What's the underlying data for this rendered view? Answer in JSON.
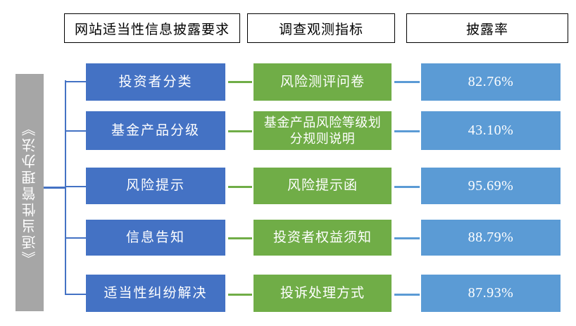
{
  "headers": [
    {
      "label": "网站适当性信息披露要求",
      "name": "header-disclosure-requirement"
    },
    {
      "label": "调查观测指标",
      "name": "header-survey-indicator"
    },
    {
      "label": "披露率",
      "name": "header-disclosure-rate"
    }
  ],
  "spine": {
    "label": "《适当性管理办法》",
    "color": "#a6a6a6"
  },
  "colors": {
    "requirement_blue": "#4472c4",
    "indicator_green": "#70ad47",
    "rate_blue": "#5b9bd5",
    "spine_gray": "#a6a6a6",
    "header_border": "#000000",
    "background": "#ffffff"
  },
  "rows": [
    {
      "requirement": "投资者分类",
      "indicator": "风险测评问卷",
      "rate": "82.76%",
      "rate_value": 82.76
    },
    {
      "requirement": "基金产品分级",
      "indicator": "基金产品风险等级划分规则说明",
      "rate": "43.10%",
      "rate_value": 43.1
    },
    {
      "requirement": "风险提示",
      "indicator": "风险提示函",
      "rate": "95.69%",
      "rate_value": 95.69
    },
    {
      "requirement": "信息告知",
      "indicator": "投资者权益须知",
      "rate": "88.79%",
      "rate_value": 88.79
    },
    {
      "requirement": "适当性纠纷解决",
      "indicator": "投诉处理方式",
      "rate": "87.93%",
      "rate_value": 87.93
    }
  ],
  "chart_data": {
    "type": "table",
    "title": "网站适当性信息披露要求",
    "columns": [
      "网站适当性信息披露要求",
      "调查观测指标",
      "披露率"
    ],
    "categories": [
      "投资者分类",
      "基金产品分级",
      "风险提示",
      "信息告知",
      "适当性纠纷解决"
    ],
    "values": [
      82.76,
      43.1,
      95.69,
      88.79,
      87.93
    ],
    "ylabel": "披露率",
    "ylim": [
      0,
      100
    ]
  }
}
